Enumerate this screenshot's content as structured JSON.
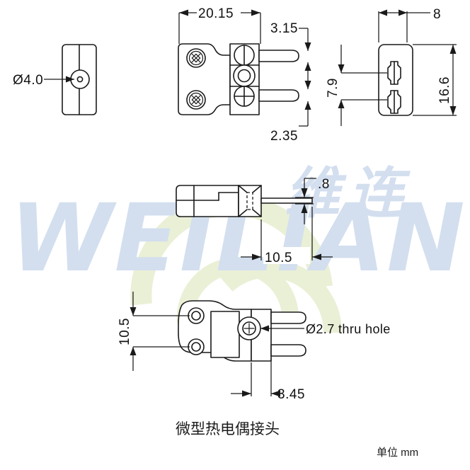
{
  "document": {
    "type": "engineering-drawing",
    "caption": "微型热电偶接头",
    "unit_note": "单位 mm",
    "background_color": "#ffffff",
    "line_color": "#1a1a1a"
  },
  "watermark": {
    "latin_text": "WEILIAN",
    "cjk_text": "维连",
    "blue_color": "#d3dfef",
    "green_color": "#e9efd4"
  },
  "views": {
    "rear_view": {
      "name": "rear cable-entry view",
      "labels": {
        "bore_diameter": "Ø4.0"
      }
    },
    "front_view": {
      "name": "front plug view with pins",
      "labels": {
        "body_length": "20.15",
        "pin_upper_offset": "3.15",
        "pin_lower_offset": "2.35"
      }
    },
    "end_view": {
      "name": "socket end view",
      "labels": {
        "slot_offset": "8",
        "slot_spacing": "7.9",
        "body_height": "16.6"
      }
    },
    "side_view": {
      "name": "side profile view",
      "labels": {
        "pin_thickness": ".8",
        "pin_length": "10.5"
      }
    },
    "bottom_view": {
      "name": "bottom plan view",
      "labels": {
        "body_width": "10.5",
        "hole_note": "Ø2.7  thru  hole",
        "flange_thickness": "3.45"
      }
    }
  }
}
